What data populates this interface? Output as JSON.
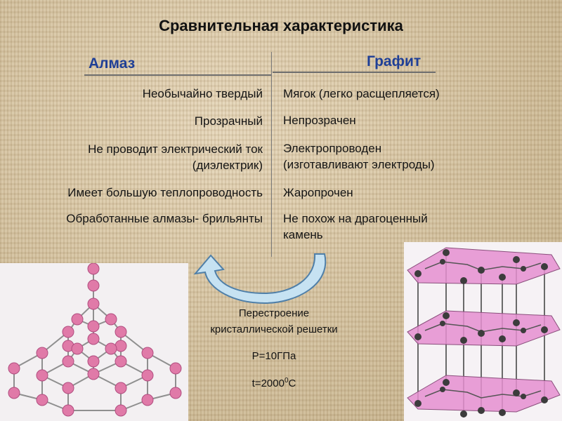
{
  "title": "Сравнительная характеристика",
  "columns": {
    "left": "Алмаз",
    "right": "Графит"
  },
  "rows": [
    {
      "left": [
        "Необычайно твердый"
      ],
      "right": [
        "Мягок (легко расщепляется)"
      ]
    },
    {
      "left": [
        "Прозрачный"
      ],
      "right": [
        "Непрозрачен"
      ]
    },
    {
      "left": [
        "Не проводит электрический ток",
        "(диэлектрик)"
      ],
      "right": [
        "Электропроводен",
        "(изготавливают электроды)"
      ]
    },
    {
      "left": [
        "Имеет большую теплопроводность"
      ],
      "right": [
        "Жаропрочен"
      ]
    },
    {
      "left": [
        "Обработанные алмазы- брильянты"
      ],
      "right": [
        "Не похож на драгоценный",
        "камень"
      ]
    }
  ],
  "transformation": {
    "line1": "Перестроение",
    "line2": "кристаллической решетки",
    "pressure": "Р=10ГПа",
    "temperature_prefix": "t=2000",
    "temperature_sup": "0",
    "temperature_suffix": "С"
  },
  "colors": {
    "heading": "#1f3f96",
    "arrow_fill": "#c6e2f2",
    "arrow_stroke": "#4f7fa8",
    "atom": "#e07aa8",
    "layer": "#e58fd0"
  },
  "icons": {
    "arrow": "curved-arrow-icon",
    "diamond": "diamond-lattice-icon",
    "graphite": "graphite-lattice-icon"
  }
}
